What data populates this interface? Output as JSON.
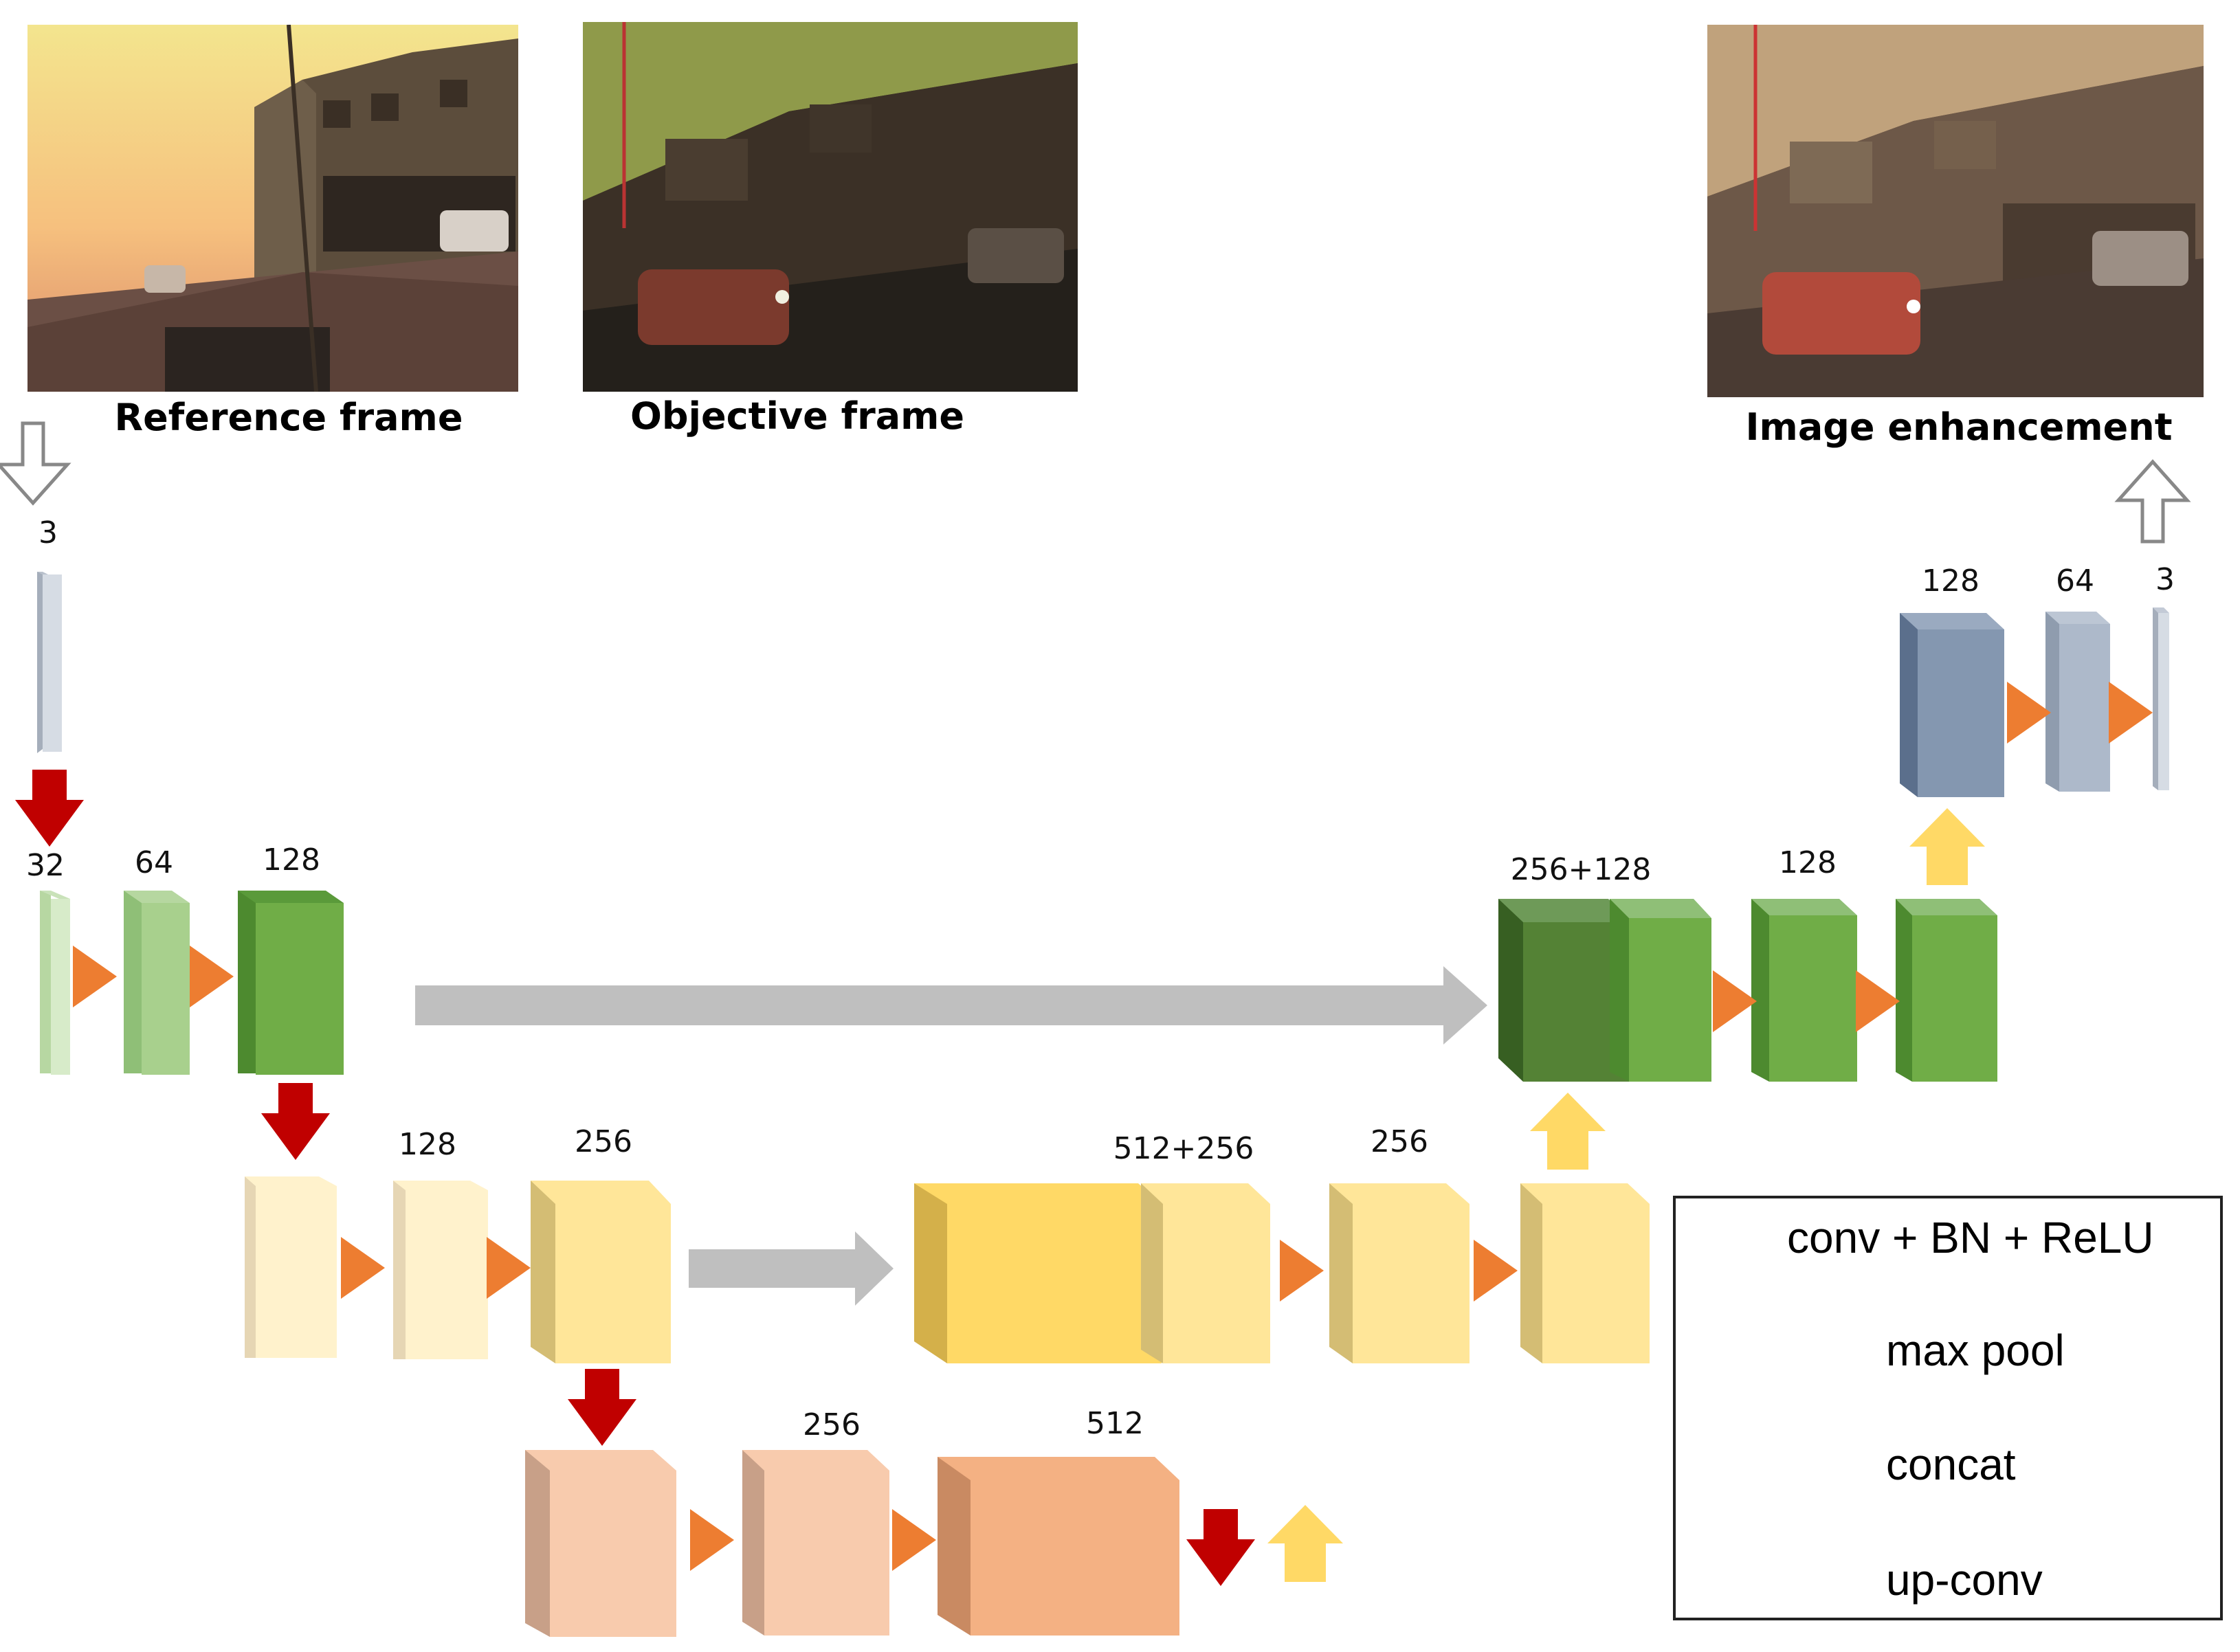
{
  "photos": {
    "reference": {
      "caption": "Reference frame"
    },
    "objective": {
      "caption": "Objective frame"
    },
    "enhanced": {
      "caption": "Image enhancement"
    }
  },
  "labels": {
    "input_channels": "3",
    "enc1": [
      "32",
      "64",
      "128"
    ],
    "enc2": [
      "128",
      "256"
    ],
    "bottleneck": [
      "256",
      "512"
    ],
    "dec2": [
      "512+256",
      "256"
    ],
    "dec1": [
      "256+128",
      "128"
    ],
    "out": [
      "128",
      "64",
      "3"
    ]
  },
  "legend": {
    "conv": "conv + BN + ReLU",
    "pool": "max pool",
    "concat": "concat",
    "upconv": "up-conv"
  },
  "colors": {
    "conv_arrow": "#ed7d31",
    "pool_arrow": "#c00000",
    "concat_arrow": "#70ad47",
    "skip_arrow": "#bfbfbf",
    "upconv_arrow": "#ffd966",
    "level1": "#70ad47",
    "level2": "#ffe699",
    "level3": "#f8cbad",
    "output": "#8497b0"
  }
}
